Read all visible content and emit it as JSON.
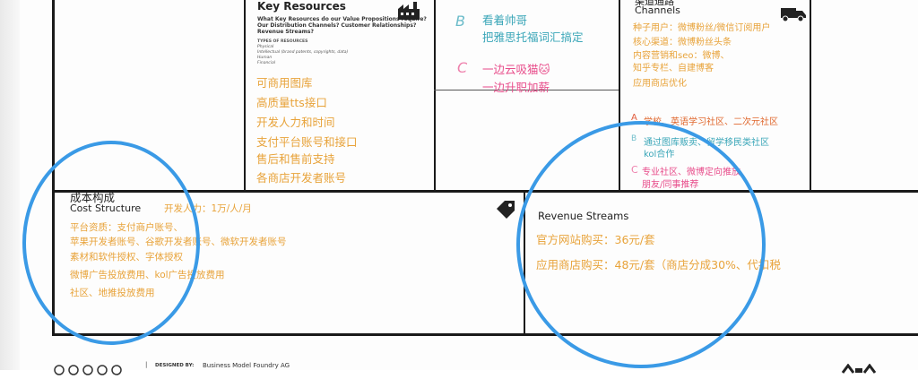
{
  "key_resources": {
    "title": "Key Resources",
    "prompt_lines": [
      "What Key Resources do our Value Propositions require?",
      "Our Distribution Channels? Customer Relationships?",
      "Revenue Streams?"
    ],
    "types_heading": "TYPES OF RESOURCES",
    "types": [
      "Physical",
      "Intellectual (brand patents, copyrights, data)",
      "Human",
      "Financial"
    ],
    "items": [
      "可商用图库",
      "高质量tts接口",
      "开发人力和时间",
      "支付平台账号和接口",
      "售后和售前支持",
      "各商店开发者账号"
    ]
  },
  "value_notes": {
    "b_marker": "B",
    "b_lines": [
      "看着帅哥",
      "把雅思托福词汇搞定"
    ],
    "c_marker": "C",
    "c_lines": [
      "一边云吸猫🐱",
      "一边升职加薪"
    ]
  },
  "channels": {
    "title_cn": "渠道通路",
    "title": "Channels",
    "top_items": [
      "种子用户：微博粉丝/微信订阅用户",
      "核心渠道：微博粉丝头条",
      "内容营销和seo：微博、",
      "知乎专栏、自建博客",
      "应用商店优化"
    ],
    "a_marker": "A",
    "a_line": "学校、英语学习社区、二次元社区",
    "b_marker": "B",
    "b_lines": [
      "通过图库贩卖、留学移民类社区",
      "kol合作"
    ],
    "c_marker": "C",
    "c_lines": [
      "专业社区、微博定向推放、",
      "朋友/同事推荐"
    ]
  },
  "cost_structure": {
    "title_cn": "成本构成",
    "title": "Cost Structure",
    "first_line": "开发人力：1万/人/月",
    "lines": [
      "平台资质：支付商户账号、",
      "苹果开发者账号、谷歌开发者账号、微软开发者账号",
      "素材和软件授权、字体授权",
      "微博广告投放费用、kol广告投放费用",
      "社区、地推投放费用"
    ]
  },
  "revenue_streams": {
    "title": "Revenue Streams",
    "lines": [
      "官方网站购买：36元/套",
      "应用商店购买：48元/套（商店分成30%、代扣税"
    ]
  },
  "footer": {
    "designed_by_label": "DESIGNED BY:",
    "designed_by_value": "Business Model Foundry AG"
  },
  "colors": {
    "annotation_circle": "#3a9ae6",
    "orange_text": "#e8a33a",
    "pink_text": "#e84c8a",
    "teal_text": "#3aa6b8"
  },
  "icons": [
    "factory-icon",
    "truck-icon",
    "price-tag-icon",
    "creative-commons-icon",
    "logo-icon"
  ]
}
